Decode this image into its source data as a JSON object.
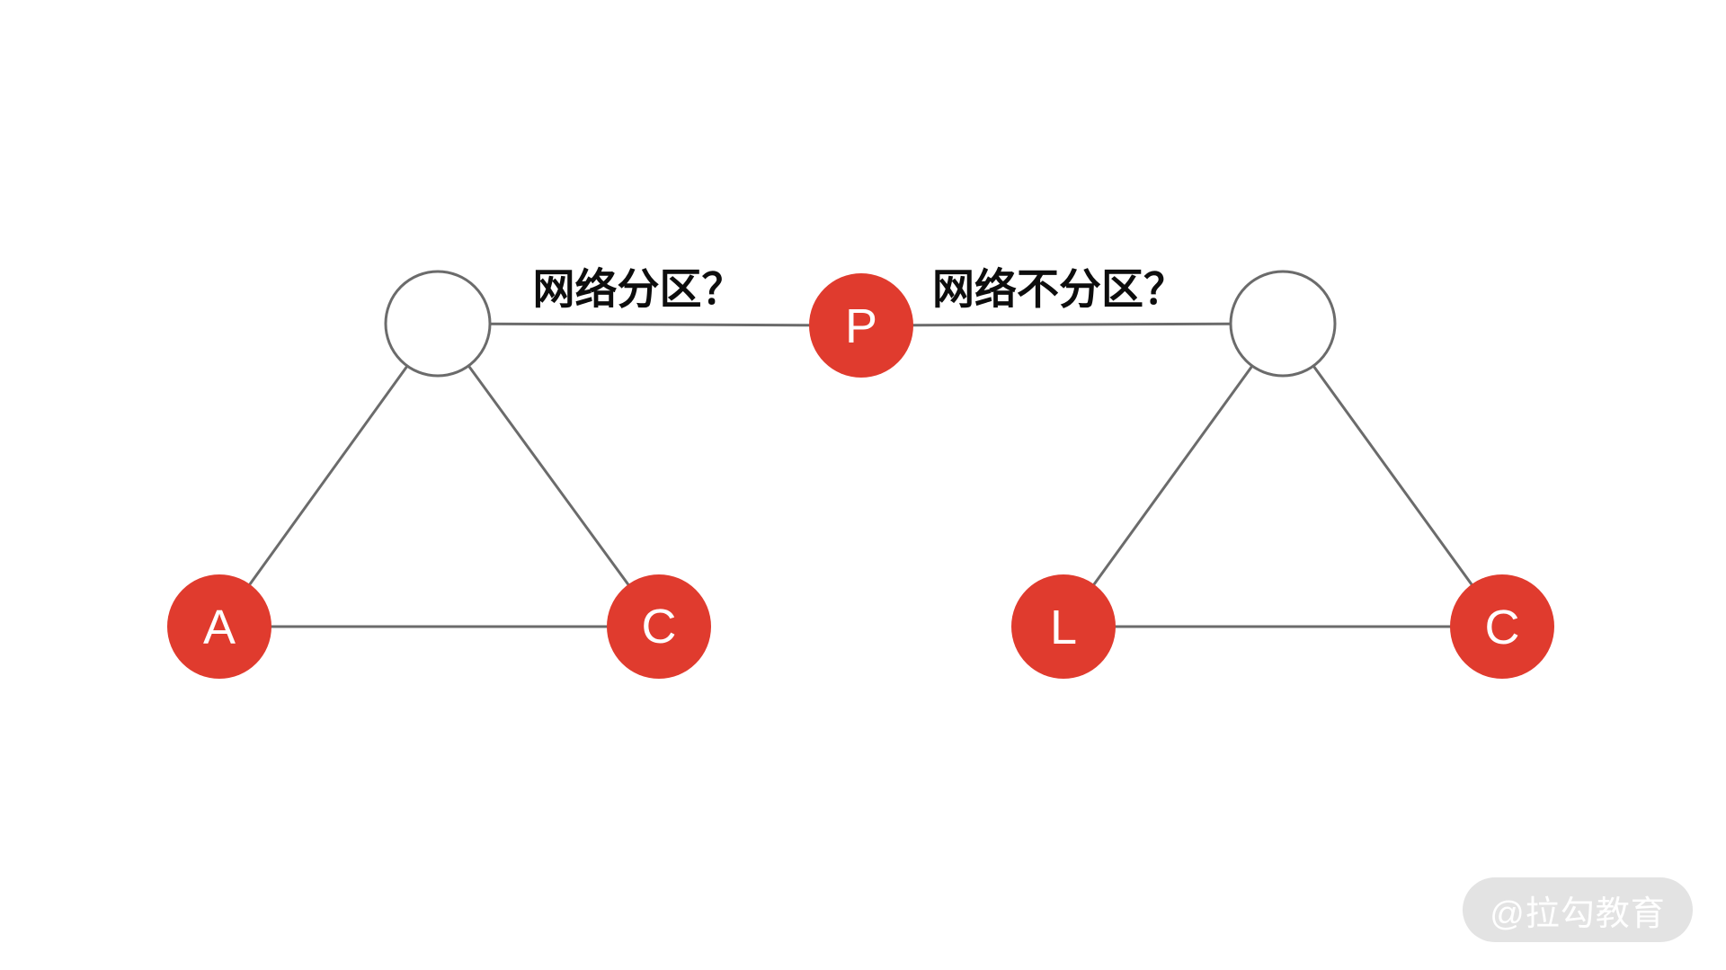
{
  "diagram": {
    "question_left": "网络分区？",
    "question_right": "网络不分区？",
    "node_labels": {
      "partition": "P",
      "availability": "A",
      "consistency_left": "C",
      "latency": "L",
      "consistency_right": "C"
    },
    "colors": {
      "node_red": "#e03b2e",
      "node_text": "#ffffff",
      "stroke": "#6b6b6b",
      "white_node_fill": "#ffffff",
      "label_text": "#0d0d0d",
      "watermark_bg": "#e3e3e3",
      "watermark_text": "#ffffff"
    }
  },
  "watermark": {
    "text": "@拉勾教育"
  }
}
